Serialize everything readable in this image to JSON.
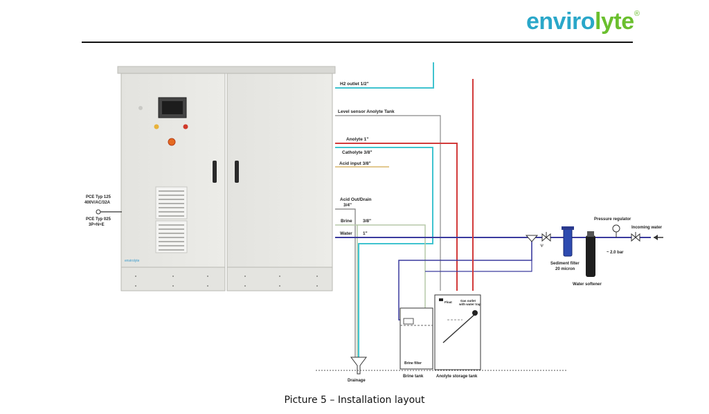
{
  "header": {
    "logo_part1": "enviro",
    "logo_part2": "lyte",
    "logo_mark": "®"
  },
  "cabinet": {
    "badge": "envirolyte"
  },
  "left_labels": {
    "pce_top_1": "PCE Typ 125",
    "pce_top_2": "400V/AC/32A",
    "pce_bot_1": "PCE Typ 025",
    "pce_bot_2": "3P+N+E"
  },
  "connections": {
    "h2": "H2 outlet 1/2\"",
    "level_sensor": "Level sensor Anolyte Tank",
    "anolyte": "Anolyte 1\"",
    "catholyte": "Catholyte 3/8\"",
    "acid_input": "Acid input  3/8\"",
    "acid_out_1": "Acid Out/Drain",
    "acid_out_2": "3/4\"",
    "brine_label": "Brine",
    "brine_size": "3/8\"",
    "water_label": "Water",
    "water_size": "1\""
  },
  "equipment": {
    "pressure_regulator": "Pressure regulator",
    "incoming_water": "Incoming water",
    "sediment_filter_1": "Sediment filter",
    "sediment_filter_2": "20 micron",
    "pressure_value": "~ 2.0 bar",
    "water_softener": "Water softener",
    "drainage": "Drainage",
    "brine_tank": "Brine tank",
    "brine_filter": "Brine filter",
    "anolyte_tank": "Anolyte storage tank",
    "float": "Float",
    "gas_outlet_1": "Gas outlet",
    "gas_outlet_2": "with water trap"
  },
  "caption": "Picture 5 – Installation layout",
  "colors": {
    "h2_line": "#3fc3cf",
    "catholyte_line": "#3fc3cf",
    "anolyte_line": "#d23a3a",
    "water_line": "#3a3a9e",
    "brine_line": "#b5c9a8",
    "acid_input_line": "#d8b56a",
    "sensor_line": "#888888"
  }
}
